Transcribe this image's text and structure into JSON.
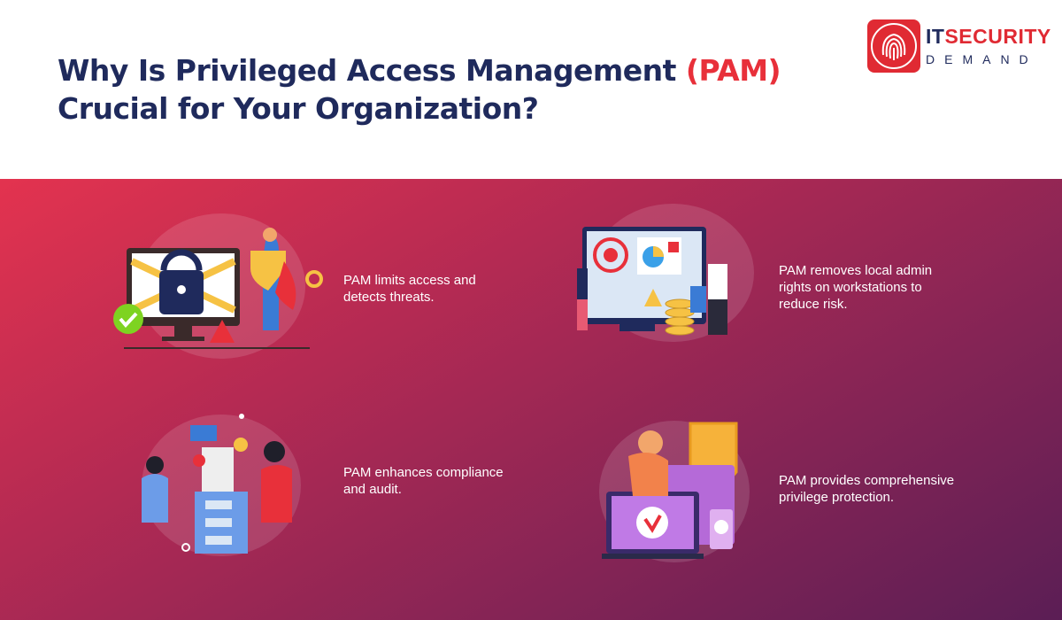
{
  "header": {
    "title_line1_a": "Why Is Privileged Access Management ",
    "title_line1_accent": "(PAM)",
    "title_line2": "Crucial for Your Organization?"
  },
  "logo": {
    "part1": "IT",
    "part2": "SECURITY",
    "part3": "DEMAND"
  },
  "colors": {
    "title": "#1f2a5c",
    "accent": "#e8303a",
    "gradient_start": "#e3334f",
    "gradient_end": "#5b1e55"
  },
  "points": [
    {
      "text": "PAM limits access and detects threats.",
      "icon": "locked-monitor-vpn-illustration"
    },
    {
      "text": "PAM removes local admin rights on workstations to reduce risk.",
      "icon": "admin-dashboard-coins-illustration"
    },
    {
      "text": "PAM enhances compliance and audit.",
      "icon": "compliance-filing-cabinet-illustration"
    },
    {
      "text": "PAM provides comprehensive privilege protection.",
      "icon": "shield-devices-check-illustration"
    }
  ]
}
